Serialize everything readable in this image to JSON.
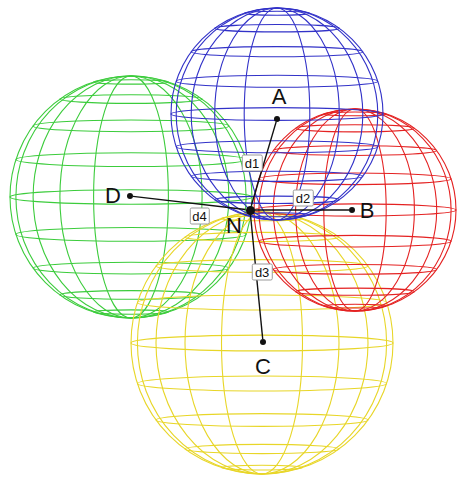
{
  "diagram": {
    "nodes": [
      {
        "text": [
          "A"
        ]
      },
      {
        "text": [
          "D"
        ]
      },
      {
        "text": [
          "N"
        ]
      },
      {
        "text": [
          "B"
        ]
      },
      {
        "text": [
          "C"
        ]
      }
    ],
    "edges": [
      {
        "from": 2,
        "to": 0,
        "label": "d1",
        "arrow": "none"
      },
      {
        "from": 2,
        "to": 3,
        "label": "d2",
        "arrow": "none"
      },
      {
        "from": 2,
        "to": 4,
        "label": "d3",
        "arrow": "none"
      },
      {
        "from": 2,
        "to": 1,
        "label": "d4",
        "arrow": "none"
      }
    ]
  }
}
